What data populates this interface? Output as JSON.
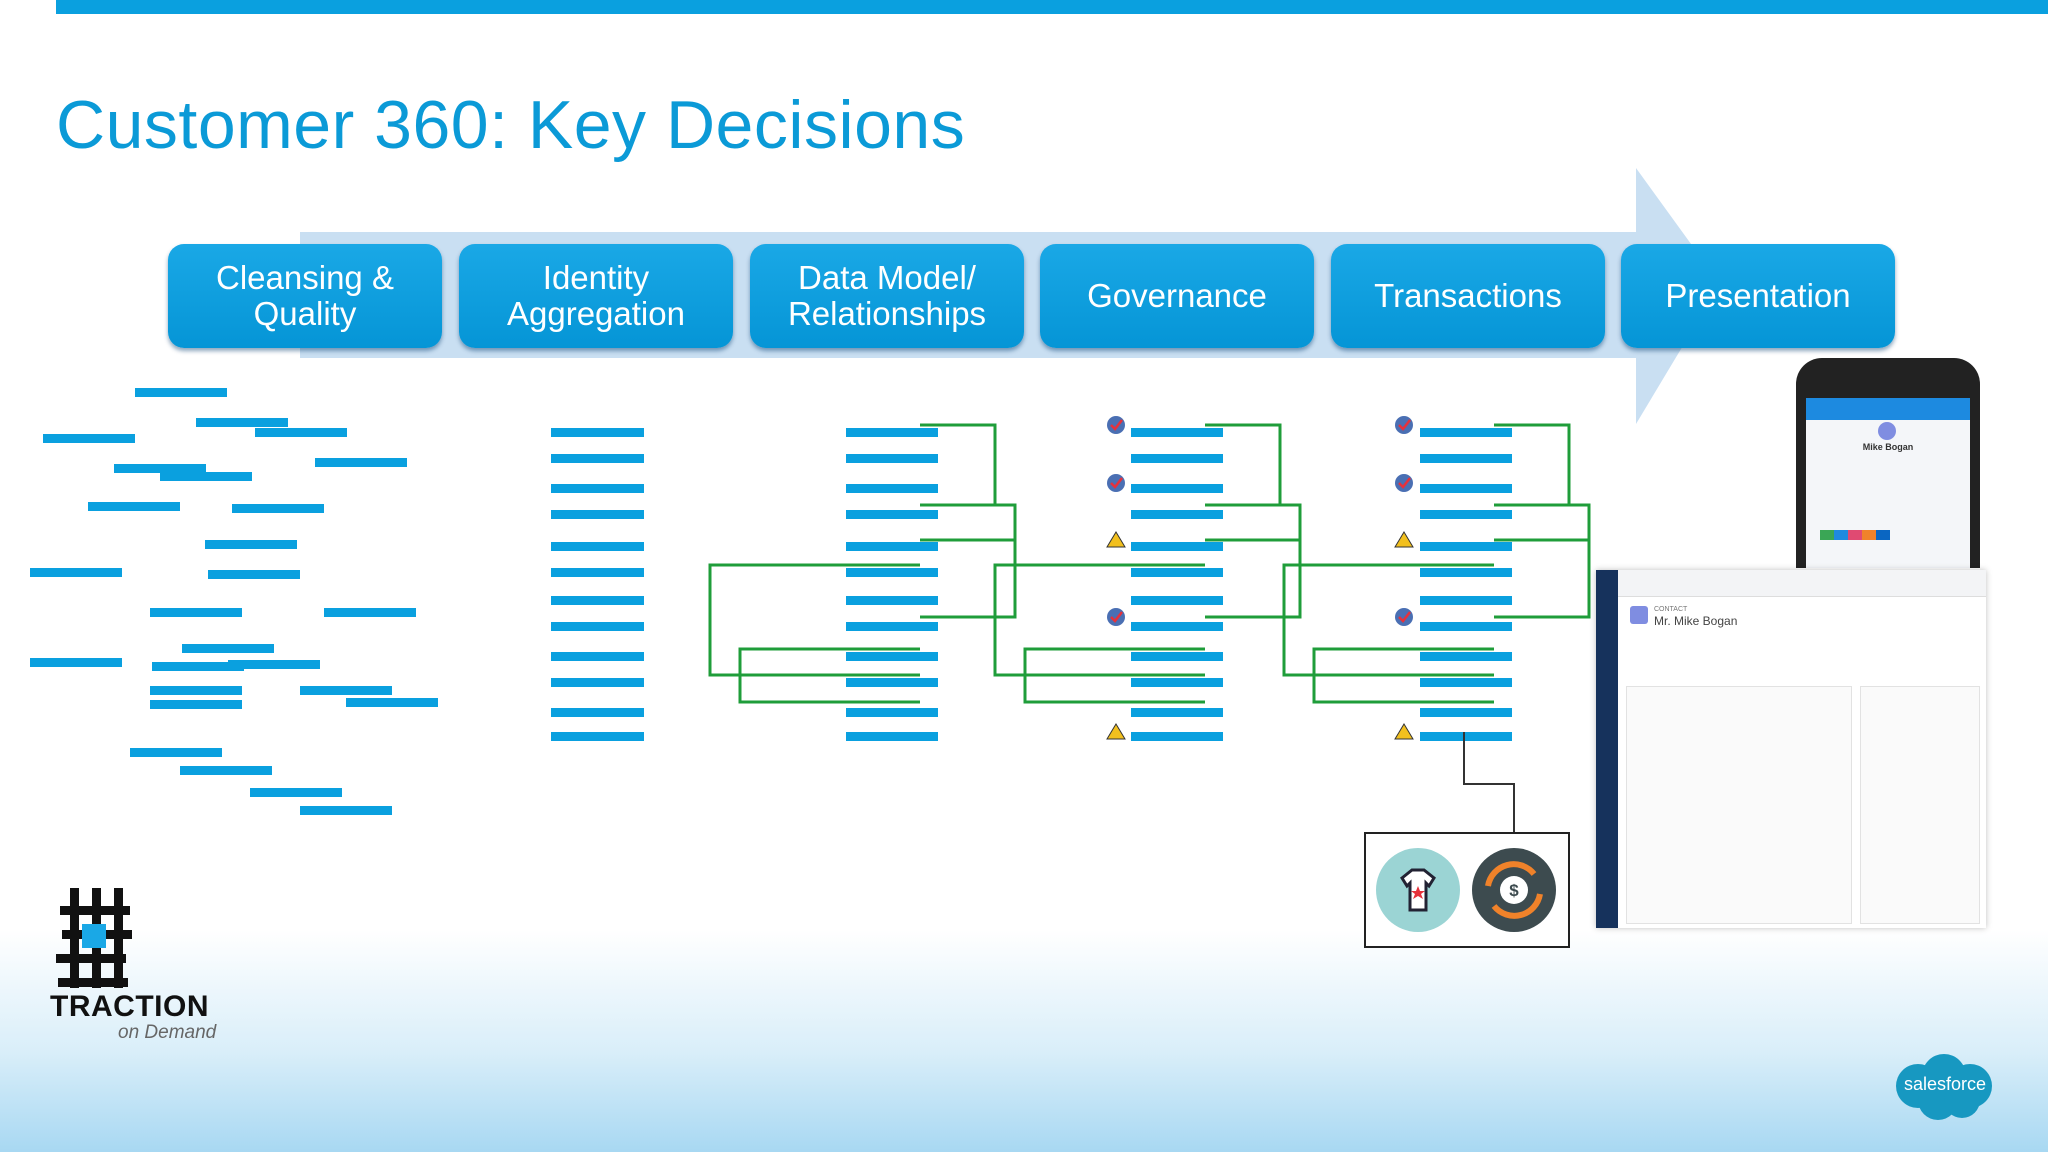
{
  "title": "Customer 360: Key Decisions",
  "stages": [
    {
      "label": "Cleansing &\nQuality"
    },
    {
      "label": "Identity\nAggregation"
    },
    {
      "label": "Data Model/\nRelationships"
    },
    {
      "label": "Governance"
    },
    {
      "label": "Transactions"
    },
    {
      "label": "Presentation"
    }
  ],
  "brand": {
    "logo_text": "TRACTION",
    "logo_subtext": "on Demand",
    "salesforce_text": "salesforce"
  },
  "phone": {
    "contact_name": "Mike Bogan"
  },
  "crm": {
    "contact_label": "CONTACT",
    "contact_name": "Mr. Mike Bogan"
  },
  "icons": {
    "governance_markers": [
      "check-badge-icon",
      "check-badge-icon",
      "warning-icon",
      "check-badge-icon",
      "warning-icon"
    ],
    "transaction_outputs": [
      "tshirt-icon",
      "currency-refresh-icon"
    ]
  },
  "colors": {
    "accent": "#0aa0df",
    "bar": "#0aa0df",
    "link": "#1f9d3a",
    "arrow": "#c7def2"
  }
}
